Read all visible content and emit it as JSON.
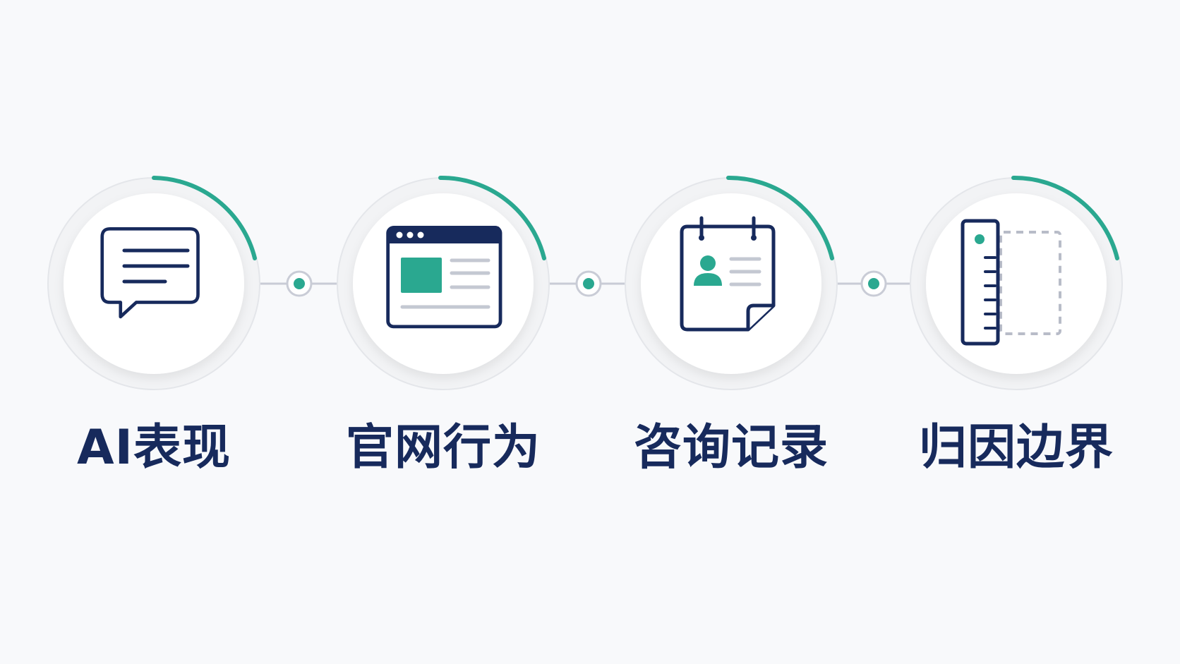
{
  "colors": {
    "background": "#f8f9fb",
    "navy": "#172a5c",
    "teal": "#2aa890",
    "ring_gray": "#e6e8ec",
    "connector_gray": "#c9ccd6",
    "dashed_gray": "#b8bcc8"
  },
  "steps": [
    {
      "label": "AI表现",
      "icon": "chat-bubble-icon"
    },
    {
      "label": "官网行为",
      "icon": "browser-window-icon"
    },
    {
      "label": "咨询记录",
      "icon": "contact-record-icon"
    },
    {
      "label": "归因边界",
      "icon": "ruler-boundary-icon"
    }
  ]
}
